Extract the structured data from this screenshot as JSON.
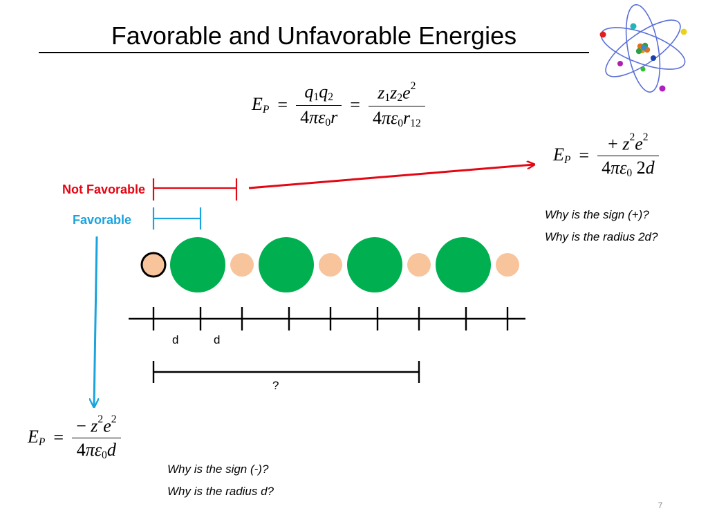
{
  "slide": {
    "title": "Favorable and Unfavorable Energies",
    "page_number": "7"
  },
  "labels": {
    "not_favorable": "Not Favorable",
    "favorable": "Favorable",
    "tick_d1": "d",
    "tick_d2": "d",
    "span_unknown": "?"
  },
  "notes": {
    "right_q1": "Why is the sign (+)?",
    "right_q2": "Why is the radius 2d?",
    "bottom_q1": "Why is the sign (-)?",
    "bottom_q2": "Why is the radius d?"
  },
  "colors": {
    "not_favorable": "#e30613",
    "favorable": "#1aa3dd",
    "large_ion": "#00b050",
    "small_ion": "#f8c49c",
    "highlight_ion_outline": "#000000"
  },
  "chain": {
    "sequence": [
      "small",
      "large",
      "small",
      "large",
      "small",
      "large",
      "small",
      "large",
      "small"
    ],
    "highlighted_first_ion": true
  },
  "icons": {
    "atom_logo": "atom-icon"
  }
}
